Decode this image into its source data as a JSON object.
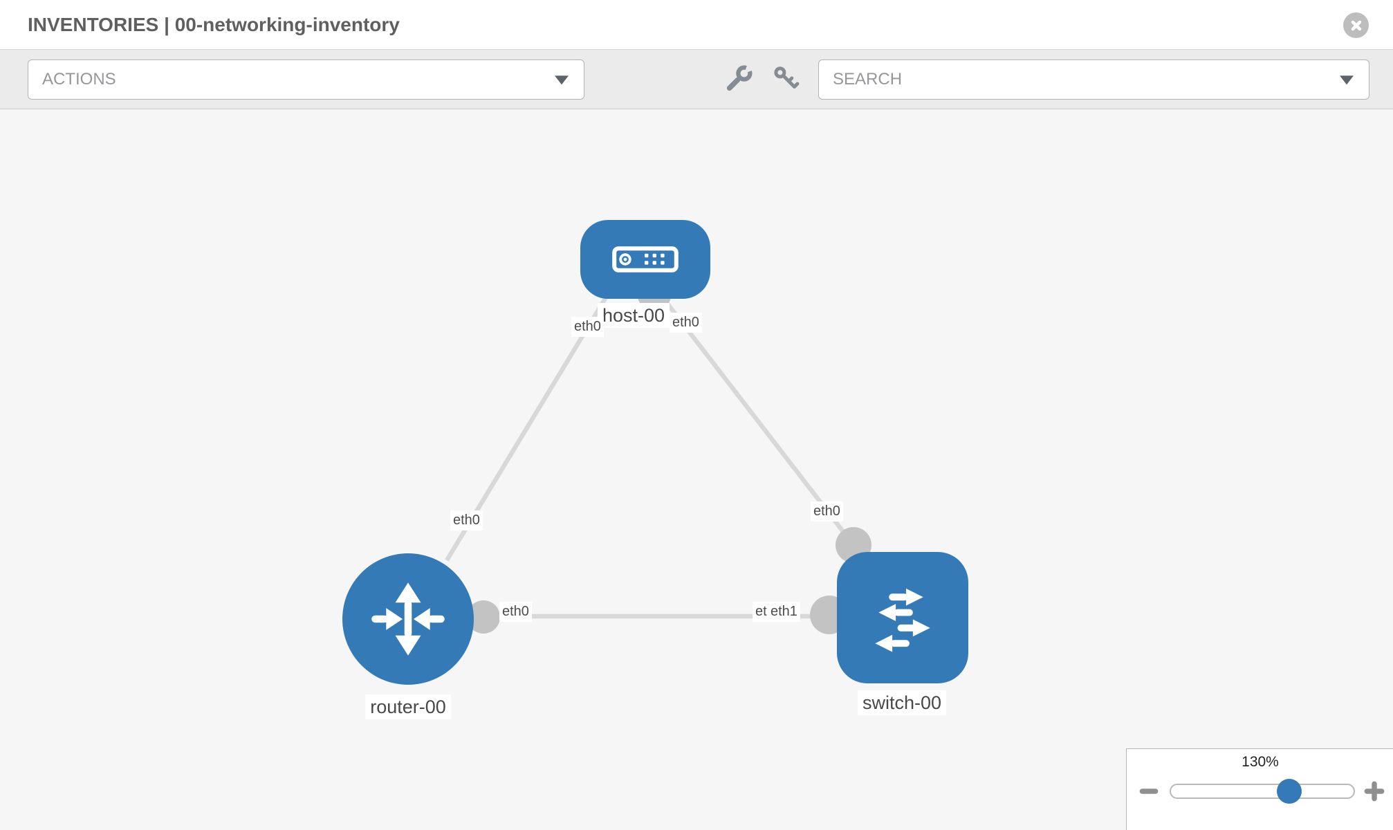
{
  "header": {
    "title": "INVENTORIES | 00-networking-inventory"
  },
  "toolbar": {
    "actions_label": "ACTIONS",
    "search_label": "SEARCH",
    "wrench_icon": "wrench",
    "key_icon": "key"
  },
  "topology": {
    "nodes": [
      {
        "label": "host-00",
        "type": "host"
      },
      {
        "label": "router-00",
        "type": "router"
      },
      {
        "label": "switch-00",
        "type": "switch"
      }
    ],
    "links": [
      {
        "from": "host-00",
        "from_interface": "eth0",
        "to": "router-00",
        "to_interface": "eth0"
      },
      {
        "from": "host-00",
        "from_interface": "eth0",
        "to": "switch-00",
        "to_interface": "eth0"
      },
      {
        "from": "router-00",
        "from_interface": "eth0",
        "to": "switch-00",
        "to_interface": "eth1"
      }
    ],
    "interface_labels": {
      "host_router_at_host": "eth0",
      "host_router_at_router": "eth0",
      "host_switch_at_host": "eth0",
      "host_switch_at_switch": "eth0",
      "router_switch_at_router": "eth0",
      "router_switch_at_switch_under": "eth0",
      "router_switch_at_switch_over": "eth1"
    }
  },
  "zoom_control": {
    "level": "130%",
    "zoom_out_icon": "minus",
    "zoom_in_icon": "plus"
  },
  "colors": {
    "node_blue": "#337ab7",
    "link_gray": "#d8d8d8",
    "port_gray": "#c3c3c3",
    "canvas_bg": "#f6f6f6",
    "toolbar_bg": "#ebebeb"
  }
}
